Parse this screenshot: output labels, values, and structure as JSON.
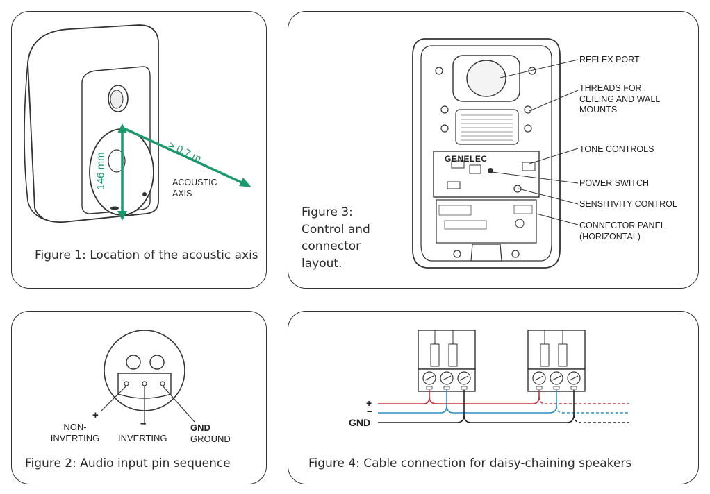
{
  "fig1": {
    "caption": "Figure 1: Location of the acoustic axis",
    "dim_label": "146 mm",
    "distance_label": "> 0,7 m",
    "axis_label": "ACOUSTIC AXIS"
  },
  "fig2": {
    "caption": "Figure 2: Audio input pin sequence",
    "plus_sign": "+",
    "minus_sign": "–",
    "non_inverting": "NON- INVERTING",
    "inverting": "INVERTING",
    "gnd": "GND",
    "ground": "GROUND"
  },
  "fig3": {
    "caption": "Figure 3: Control and connector layout.",
    "brand": "GENELEC",
    "callouts": [
      "REFLEX PORT",
      "THREADS FOR CEILING AND WALL MOUNTS",
      "TONE CONTROLS",
      "POWER SWITCH",
      "SENSITIVITY CONTROL",
      "CONNECTOR PANEL (HORIZONTAL)"
    ]
  },
  "fig4": {
    "caption": "Figure 4: Cable connection for daisy-chaining speakers",
    "plus_sign": "+",
    "minus_sign": "–",
    "gnd": "GND"
  },
  "colors": {
    "green": "#1a9a6a",
    "red": "#c8323c",
    "blue": "#2a8fc8"
  }
}
